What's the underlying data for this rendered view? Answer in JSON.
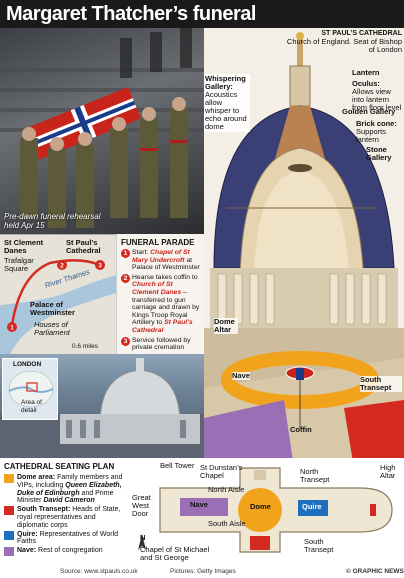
{
  "title": "Margaret Thatcher’s funeral",
  "photo_caption": "Pre-dawn funeral rehearsal held Apr 15",
  "cathedral": {
    "heading": "St Paul’s Cathedral",
    "desc": "Church of England. Seat of Bishop of London",
    "labels": {
      "lantern": "Lantern",
      "oculus_title": "Oculus:",
      "oculus_desc": "Allows view into lantern from floor level",
      "golden_gallery": "Golden Gallery",
      "brick_cone_title": "Brick cone:",
      "brick_cone_desc": "Supports lantern",
      "stone_gallery": "Stone Gallery",
      "whispering_title": "Whispering Gallery:",
      "whispering_desc": "Acoustics allow whisper to echo around dome",
      "dome_altar": "Dome Altar",
      "nave": "Nave",
      "south_transept": "South Transept",
      "coffin": "Coffin"
    }
  },
  "map": {
    "st_clement": "St Clement Danes",
    "st_pauls": "St Paul’s Cathedral",
    "trafalgar": "Trafalgar Square",
    "river": "River Thames",
    "palace": "Palace of Westminster",
    "houses": "Houses of Parliament",
    "scale": "0.6 miles"
  },
  "parade": {
    "title": "FUNERAL PARADE",
    "steps": [
      {
        "n": "1",
        "a": "Start: ",
        "b": "Chapel of St Mary Undercroft",
        "c": " at Palace of Westminster"
      },
      {
        "n": "2",
        "a": "Hearse takes coffin to ",
        "b": "Church of St Clement Danes",
        "c": " – transferred to gun carriage and drawn by Kings Troop Royal Artillery to ",
        "d": "St Paul’s Cathedral"
      },
      {
        "n": "3",
        "a": "Service followed by private cremation",
        "b": "",
        "c": ""
      }
    ]
  },
  "inset": {
    "city": "LONDON",
    "area": "Area of detail"
  },
  "seating": {
    "title": "CATHEDRAL SEATING PLAN",
    "legend": [
      {
        "color": "#f2a31c",
        "label": "Dome area:",
        "text": " Family members and VIPs, including ",
        "em": "Queen Elizabeth, Duke of Edinburgh",
        "tail": " and Prime Minister ",
        "em2": "David Cameron"
      },
      {
        "color": "#d42a20",
        "label": "South Transept:",
        "text": " Heads of State, royal representatives and diplomatic corps",
        "em": "",
        "tail": "",
        "em2": ""
      },
      {
        "color": "#1f6fc1",
        "label": "Quire:",
        "text": " Representatives of World Faiths",
        "em": "",
        "tail": "",
        "em2": ""
      },
      {
        "color": "#9b6fb5",
        "label": "Nave:",
        "text": " Rest of congregation",
        "em": "",
        "tail": "",
        "em2": ""
      }
    ],
    "plan_labels": {
      "bell_tower": "Bell Tower",
      "st_dunstan": "St Dunstan’s Chapel",
      "north_transept": "North Transept",
      "high_altar": "High Altar",
      "north_aisle": "North Aisle",
      "great_west_door": "Great West Door",
      "nave": "Nave",
      "dome": "Dome",
      "quire": "Quire",
      "south_aisle": "South Aisle",
      "chapel_michael": "Chapel of St Michael and St George",
      "south_transept": "South Transept",
      "compass": "N"
    },
    "source": "Source: www.stpauls.co.uk",
    "pictures": "Pictures: Getty Images",
    "credit": "© GRAPHIC NEWS"
  },
  "colors": {
    "dome": "#f2a31c",
    "south_transept": "#d42a20",
    "quire": "#1f6fc1",
    "nave": "#9b6fb5",
    "route": "#d42a20"
  }
}
